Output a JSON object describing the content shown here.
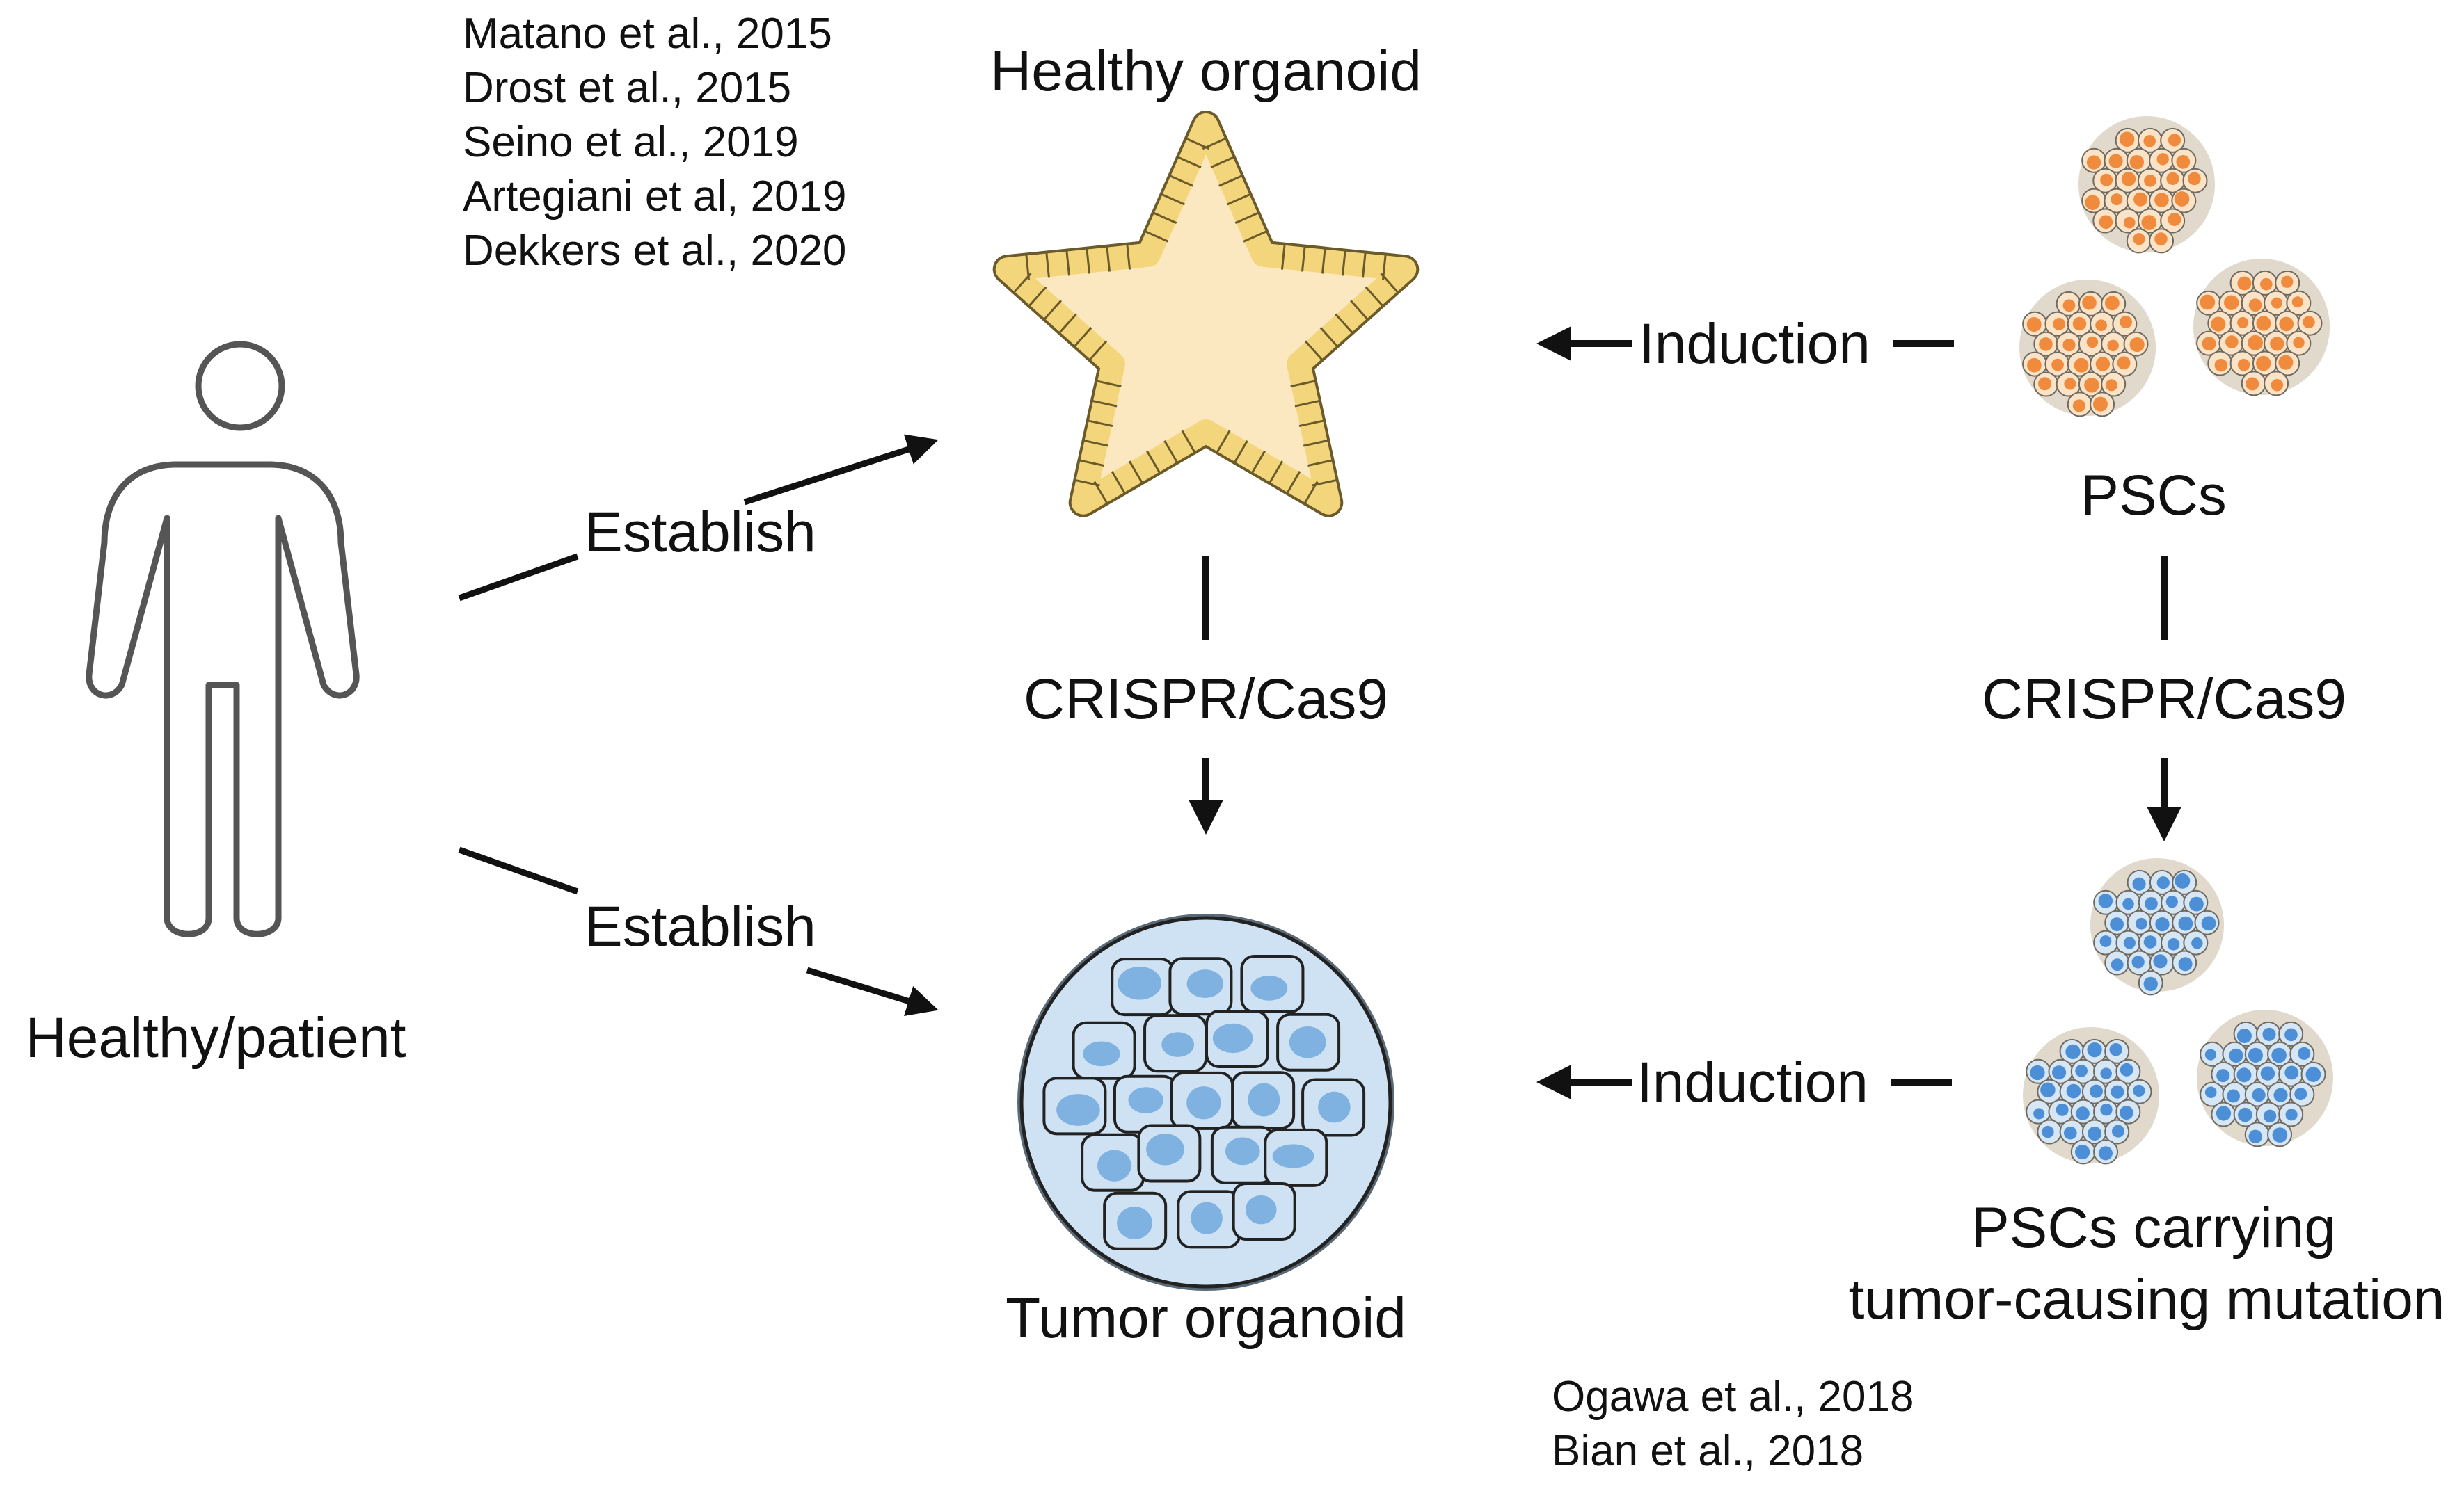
{
  "refs_top": [
    "Matano et al., 2015",
    "Drost et al., 2015",
    "Seino et al., 2019",
    "Artegiani et al, 2019",
    "Dekkers et al., 2020"
  ],
  "refs_bottom": [
    "Ogawa et al., 2018",
    "Bian et al., 2018"
  ],
  "labels": {
    "healthy_organoid": "Healthy organoid",
    "tumor_organoid": "Tumor organoid",
    "person": "Healthy/patient",
    "establish_top": "Establish",
    "establish_bottom": "Establish",
    "induction_top": "Induction",
    "induction_bottom": "Induction",
    "crispr_left": "CRISPR/Cas9",
    "crispr_right": "CRISPR/Cas9",
    "pscs": "PSCs",
    "pscs_mut_line1": "PSCs carrying",
    "pscs_mut_line2": "tumor-causing mutation"
  },
  "colors": {
    "healthy_fill": "#fbe8c0",
    "healthy_cell": "#f3d67c",
    "psc_fill": "#fbe3c8",
    "psc_nucleus": "#f08a3c",
    "tumor_fill": "#cfe2f3",
    "tumor_nucleus": "#7fb2e0",
    "mut_fill": "#d6e6f5",
    "mut_nucleus": "#4d8fd6"
  }
}
